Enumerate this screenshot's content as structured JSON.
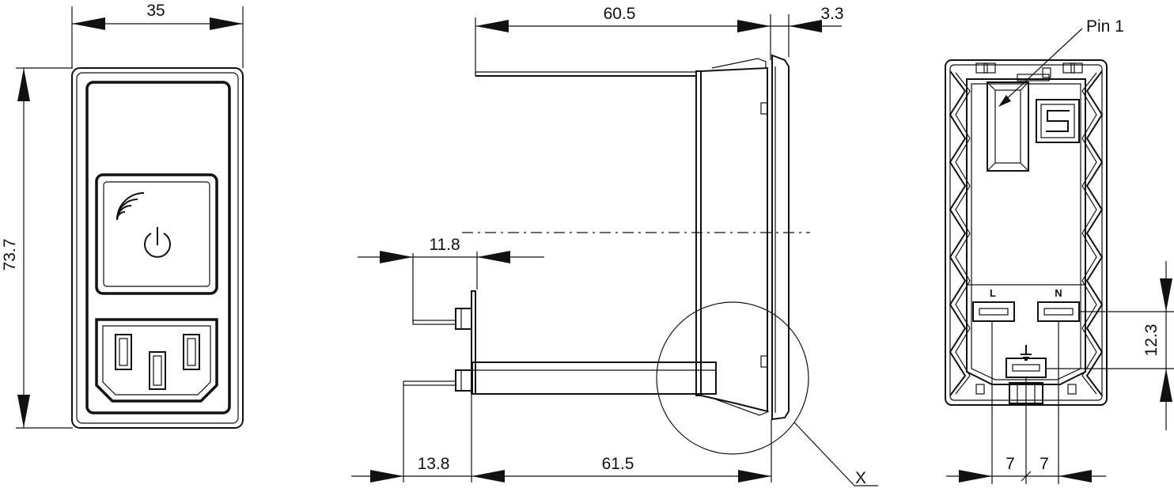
{
  "front_view": {
    "width_label": "35",
    "height_label": "73.7"
  },
  "side_view": {
    "depth_label": "60.5",
    "flange_label": "3.3",
    "terminal_offset_label": "11.8",
    "terminal_length_label": "13.8",
    "body_depth_label": "61.5",
    "detail_label": "X"
  },
  "rear_view": {
    "pin_label": "Pin 1",
    "line_label": "L",
    "neutral_label": "N",
    "ground_symbol": "⏚",
    "height_label": "12.3",
    "spacing_left_label": "7",
    "spacing_right_label": "7"
  }
}
